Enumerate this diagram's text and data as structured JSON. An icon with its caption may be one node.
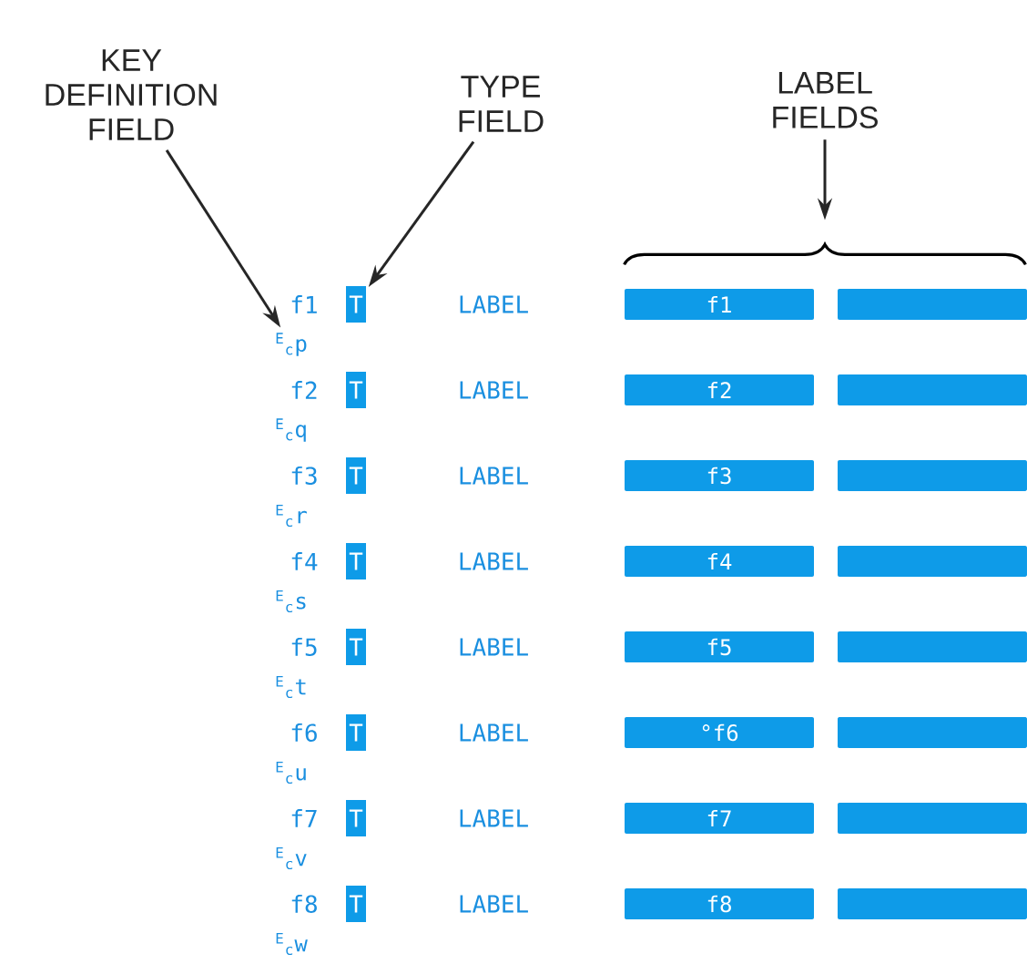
{
  "diagram": {
    "nodes": [
      {
        "text": [
          "KEY DEFINITION FIELD"
        ]
      },
      {
        "text": [
          "TYPE FIELD"
        ]
      },
      {
        "text": [
          "LABEL FIELDS"
        ]
      },
      {
        "text": [],
        "shape": "brace"
      },
      {
        "text": [
          "$^{E}$$_{c}$p"
        ]
      },
      {
        "text": [
          "T"
        ]
      },
      {
        "text": [
          "f1"
        ]
      },
      {
        "text": [],
        "shape": "bar"
      },
      {
        "text": [
          "T"
        ]
      },
      {
        "text": [
          "f2"
        ]
      },
      {
        "text": [],
        "shape": "bar"
      },
      {
        "text": [
          "T"
        ]
      },
      {
        "text": [
          "f3"
        ]
      },
      {
        "text": [],
        "shape": "bar"
      },
      {
        "text": [
          "T"
        ]
      },
      {
        "text": [
          "f4"
        ]
      },
      {
        "text": [],
        "shape": "bar"
      },
      {
        "text": [
          "T"
        ]
      },
      {
        "text": [
          "f5"
        ]
      },
      {
        "text": [],
        "shape": "bar"
      },
      {
        "text": [
          "T"
        ]
      },
      {
        "text": [
          "°f6"
        ]
      },
      {
        "text": [],
        "shape": "bar"
      },
      {
        "text": [
          "T"
        ]
      },
      {
        "text": [
          "f7"
        ]
      },
      {
        "text": [],
        "shape": "bar"
      },
      {
        "text": [
          "T"
        ]
      },
      {
        "text": [
          "f8"
        ]
      },
      {
        "text": [],
        "shape": "bar"
      }
    ],
    "edges": [
      {
        "from": 0,
        "to": 4,
        "arrow": "to"
      },
      {
        "from": 1,
        "to": 5,
        "arrow": "to"
      },
      {
        "from": 2,
        "to": 3,
        "arrow": "to"
      }
    ],
    "labels": [
      "f1",
      "LABEL",
      "f2",
      "LABEL",
      "$^{E}$$_{c}$q",
      "f3",
      "LABEL",
      "$^{E}$$_{c}$r",
      "f4",
      "LABEL",
      "$^{E}$$_{c}$s",
      "f5",
      "LABEL",
      "$^{E}$$_{c}$t",
      "f6",
      "LABEL",
      "$^{E}$$_{c}$u",
      "f7",
      "LABEL",
      "$^{E}$$_{c}$v",
      "f8",
      "LABEL",
      "$^{E}$$_{c}$w"
    ]
  }
}
